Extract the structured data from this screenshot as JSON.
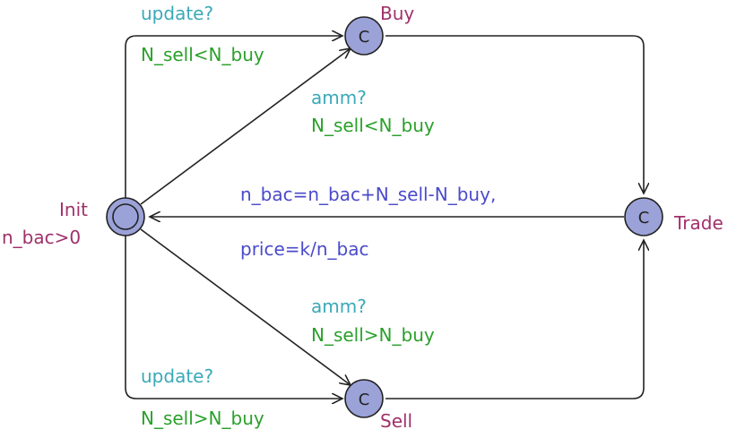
{
  "locations": {
    "init": {
      "name": "Init",
      "invariant": "n_bac>0"
    },
    "buy": {
      "name": "Buy",
      "committed": "C"
    },
    "sell": {
      "name": "Sell",
      "committed": "C"
    },
    "trade": {
      "name": "Trade",
      "committed": "C"
    }
  },
  "edges": {
    "init_buy_top": {
      "sync": "update?",
      "guard": "N_sell<N_buy"
    },
    "init_buy_diag": {
      "sync": "amm?",
      "guard": "N_sell<N_buy"
    },
    "trade_init": {
      "update_line1": "n_bac=n_bac+N_sell-N_buy,",
      "update_line2": "price=k/n_bac"
    },
    "init_sell_diag": {
      "sync": "amm?",
      "guard": "N_sell>N_buy"
    },
    "init_sell_bottom": {
      "sync": "update?",
      "guard": "N_sell>N_buy"
    }
  },
  "colors": {
    "location_fill": "#9aa2d8",
    "location_name": "#a0306a",
    "sync": "#3aa9b8",
    "guard": "#2aa02a",
    "assignment": "#4a4acb"
  }
}
